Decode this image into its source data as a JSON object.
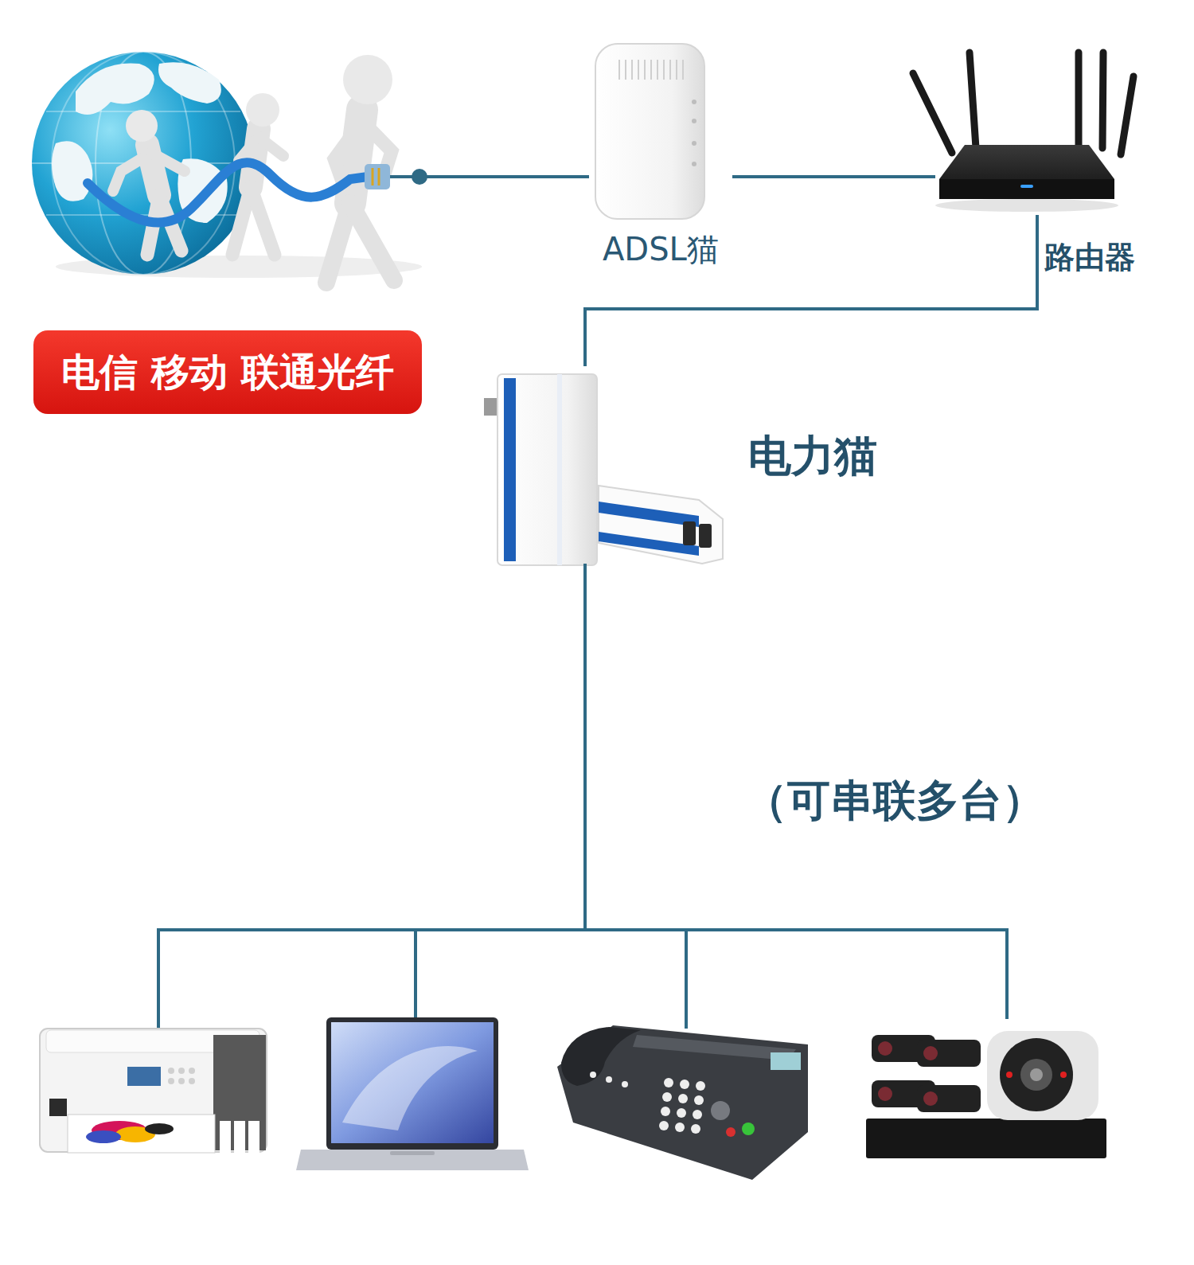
{
  "diagram": {
    "nodes": [
      {
        "text": [
          "电信 移动 联通光纤"
        ]
      },
      {
        "text": [
          "ADSL猫"
        ]
      },
      {
        "text": [
          "路由器"
        ]
      },
      {
        "text": [
          "电力猫"
        ]
      }
    ],
    "edges": [
      {
        "from": 0,
        "to": 1,
        "arrow": "none"
      },
      {
        "from": 1,
        "to": 2,
        "arrow": "none"
      },
      {
        "from": 2,
        "to": 3,
        "arrow": "none"
      }
    ],
    "labels": [
      "（可串联多台）"
    ]
  }
}
